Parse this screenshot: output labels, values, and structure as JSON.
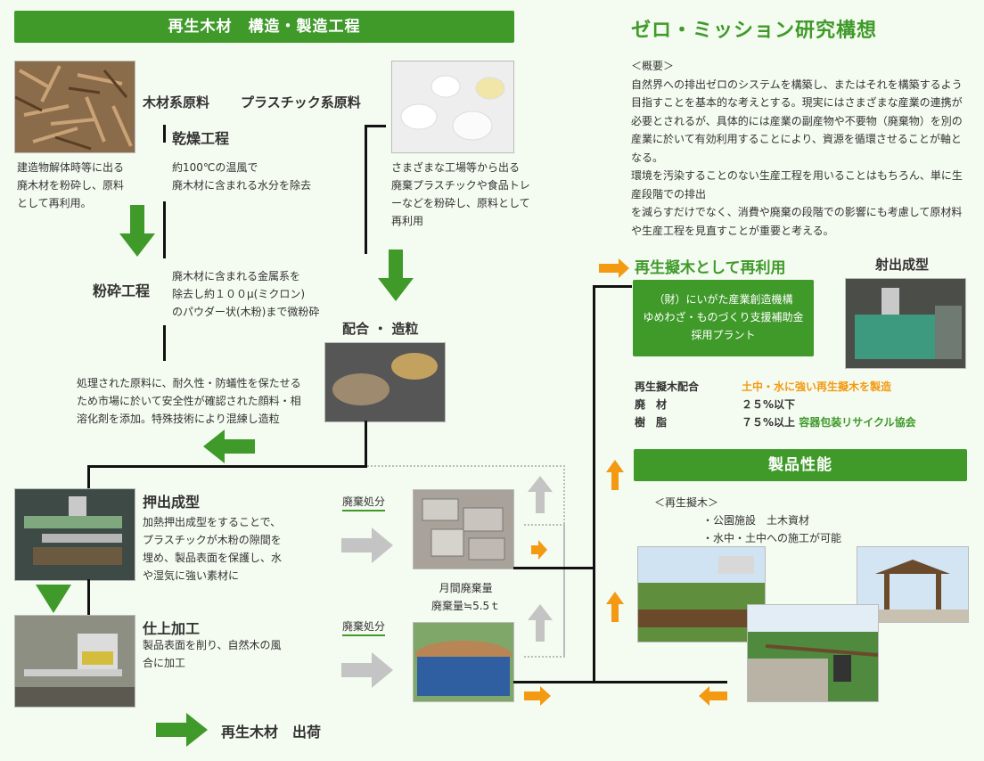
{
  "left_header": "再生木材　構造・製造工程",
  "right_title": "ゼロ・ミッション研究構想",
  "labels": {
    "wood_material": "木材系原料",
    "plastic_material": "プラスチック系原料",
    "drying": "乾燥工程",
    "crushing": "粉砕工程",
    "blend": "配合 ・ 造粒",
    "extrusion": "押出成型",
    "finishing": "仕上加工",
    "shipping": "再生木材　出荷",
    "injection": "射出成型",
    "reuse": "再生擬木として再利用",
    "performance": "製品性能"
  },
  "texts": {
    "wood_desc": [
      "建造物解体時等に出る",
      "廃木材を粉砕し、原料",
      "として再利用。"
    ],
    "drying_desc": [
      "約100℃の温風で",
      "廃木材に含まれる水分を除去"
    ],
    "plastic_desc": [
      "さまざまな工場等から出る",
      "廃棄プラスチックや食品トレ",
      "ーなどを粉砕し、原料として",
      "再利用"
    ],
    "crushing_desc": [
      "廃木材に含まれる金属系を",
      "除去し約１００μ(ミクロン)",
      "のパウダー状(木粉)まで微粉砕"
    ],
    "blend_desc": [
      "処理された原料に、耐久性・防蟻性を保たせる",
      "ため市場に於いて安全性が確認された顔料・相",
      "溶化剤を添加。特殊技術により混練し造粒"
    ],
    "extrusion_desc": [
      "加熱押出成型をすることで、",
      "プラスチックが木粉の隙間を",
      "埋め、製品表面を保護し、水",
      "や湿気に強い素材に"
    ],
    "finishing_desc": [
      "製品表面を削り、自然木の風",
      "合に加工"
    ],
    "disposal1": "廃棄処分",
    "disposal2": "廃棄処分",
    "monthly": [
      "月間廃棄量",
      "廃棄量≒5.5ｔ"
    ]
  },
  "overview": [
    "＜概要＞",
    "自然界への排出ゼロのシステムを構築し、またはそれを構築するよう",
    "目指すことを基本的な考えとする。現実にはさまざまな産業の連携が",
    "必要とされるが、具体的には産業の副産物や不要物（廃棄物）を別の",
    "産業に於いて有効利用することにより、資源を循環させることが軸と",
    "なる。",
    "環境を汚染することのない生産工程を用いることはもちろん、単に生",
    "産段階での排出",
    "を減らすだけでなく、消費や廃棄の段階での影響にも考慮して原材料",
    "や生産工程を見直すことが重要と考える。"
  ],
  "plant_box": [
    "（財）にいがた産業創造機構",
    "ゆめわざ・ものづくり支援補助金",
    "採用プラント"
  ],
  "blend_table": {
    "r1_label": "再生擬木配合",
    "r1_value": "土中・水に強い再生擬木を製造",
    "r2_label": "廃　材",
    "r2_value": "２５%以下",
    "r3_label": "樹　脂",
    "r3_value": "７５%以上",
    "r3_extra": "容器包装リサイクル協会"
  },
  "performance_text": [
    "＜再生擬木＞",
    "・公園施設　土木資材",
    "・水中・土中への施工が可能"
  ],
  "colors": {
    "green": "#3f9a2a",
    "orange": "#f39a12",
    "gray": "#c4c4c4",
    "title_green": "#3f9a2a"
  }
}
